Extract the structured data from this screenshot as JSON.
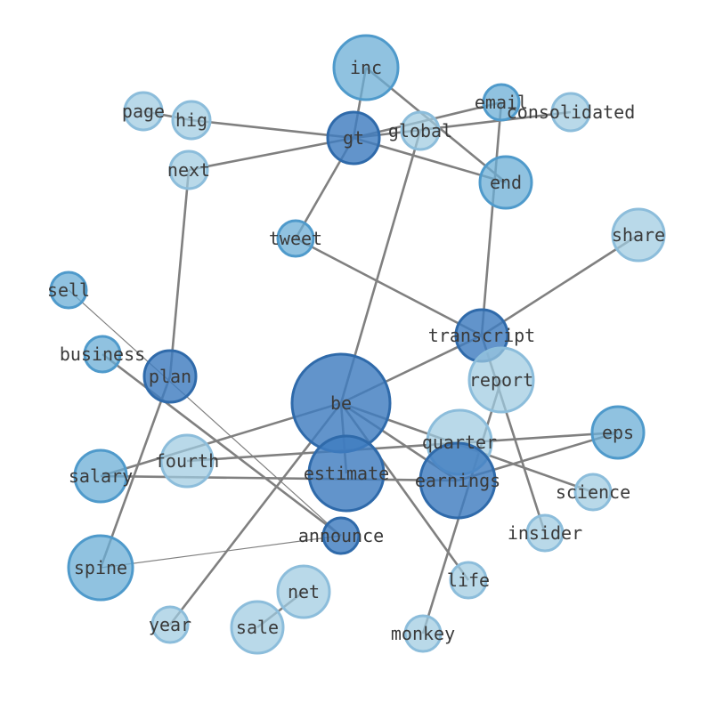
{
  "diagram": {
    "type": "network-graph",
    "nodes": [
      {
        "id": "inc",
        "label": "inc",
        "weight": 3,
        "tone": "mid"
      },
      {
        "id": "email",
        "label": "email",
        "weight": 1,
        "tone": "mid"
      },
      {
        "id": "consolidated",
        "label": "consolidated",
        "weight": 1,
        "tone": "light"
      },
      {
        "id": "page",
        "label": "page",
        "weight": 1,
        "tone": "light"
      },
      {
        "id": "hig",
        "label": "hig",
        "weight": 1,
        "tone": "light"
      },
      {
        "id": "gt",
        "label": "gt",
        "weight": 2,
        "tone": "dark"
      },
      {
        "id": "global",
        "label": "global",
        "weight": 1,
        "tone": "light"
      },
      {
        "id": "next",
        "label": "next",
        "weight": 1,
        "tone": "light"
      },
      {
        "id": "end",
        "label": "end",
        "weight": 2,
        "tone": "mid"
      },
      {
        "id": "tweet",
        "label": "tweet",
        "weight": 1,
        "tone": "mid"
      },
      {
        "id": "share",
        "label": "share",
        "weight": 2,
        "tone": "light"
      },
      {
        "id": "sell",
        "label": "sell",
        "weight": 1,
        "tone": "mid"
      },
      {
        "id": "transcript",
        "label": "transcript",
        "weight": 2,
        "tone": "dark"
      },
      {
        "id": "business",
        "label": "business",
        "weight": 1,
        "tone": "mid"
      },
      {
        "id": "plan",
        "label": "plan",
        "weight": 2,
        "tone": "dark"
      },
      {
        "id": "be",
        "label": "be",
        "weight": 6,
        "tone": "dark"
      },
      {
        "id": "report",
        "label": "report",
        "weight": 3,
        "tone": "light"
      },
      {
        "id": "eps",
        "label": "eps",
        "weight": 2,
        "tone": "mid"
      },
      {
        "id": "quarter",
        "label": "quarter",
        "weight": 3,
        "tone": "light"
      },
      {
        "id": "fourth",
        "label": "fourth",
        "weight": 2,
        "tone": "light"
      },
      {
        "id": "salary",
        "label": "salary",
        "weight": 2,
        "tone": "mid"
      },
      {
        "id": "estimate",
        "label": "estimate",
        "weight": 4,
        "tone": "dark"
      },
      {
        "id": "earnings",
        "label": "earnings",
        "weight": 4,
        "tone": "dark"
      },
      {
        "id": "science",
        "label": "science",
        "weight": 1,
        "tone": "light"
      },
      {
        "id": "insider",
        "label": "insider",
        "weight": 1,
        "tone": "light"
      },
      {
        "id": "announce",
        "label": "announce",
        "weight": 1,
        "tone": "dark"
      },
      {
        "id": "spine",
        "label": "spine",
        "weight": 3,
        "tone": "mid"
      },
      {
        "id": "life",
        "label": "life",
        "weight": 1,
        "tone": "light"
      },
      {
        "id": "net",
        "label": "net",
        "weight": 2,
        "tone": "light"
      },
      {
        "id": "year",
        "label": "year",
        "weight": 1,
        "tone": "light"
      },
      {
        "id": "sale",
        "label": "sale",
        "weight": 2,
        "tone": "light"
      },
      {
        "id": "monkey",
        "label": "monkey",
        "weight": 1,
        "tone": "light"
      }
    ],
    "edges": [
      {
        "source": "page",
        "target": "hig",
        "weight": 2
      },
      {
        "source": "hig",
        "target": "gt",
        "weight": 2
      },
      {
        "source": "next",
        "target": "gt",
        "weight": 2
      },
      {
        "source": "gt",
        "target": "inc",
        "weight": 2
      },
      {
        "source": "gt",
        "target": "email",
        "weight": 2
      },
      {
        "source": "gt",
        "target": "consolidated",
        "weight": 2
      },
      {
        "source": "gt",
        "target": "end",
        "weight": 2
      },
      {
        "source": "gt",
        "target": "tweet",
        "weight": 2
      },
      {
        "source": "inc",
        "target": "end",
        "weight": 2
      },
      {
        "source": "email",
        "target": "transcript",
        "weight": 2
      },
      {
        "source": "global",
        "target": "be",
        "weight": 2
      },
      {
        "source": "next",
        "target": "plan",
        "weight": 2
      },
      {
        "source": "tweet",
        "target": "transcript",
        "weight": 2
      },
      {
        "source": "share",
        "target": "transcript",
        "weight": 2
      },
      {
        "source": "transcript",
        "target": "be",
        "weight": 2
      },
      {
        "source": "transcript",
        "target": "insider",
        "weight": 2
      },
      {
        "source": "report",
        "target": "monkey",
        "weight": 2
      },
      {
        "source": "sell",
        "target": "announce",
        "weight": 1
      },
      {
        "source": "business",
        "target": "announce",
        "weight": 2
      },
      {
        "source": "plan",
        "target": "spine",
        "weight": 2
      },
      {
        "source": "be",
        "target": "salary",
        "weight": 2
      },
      {
        "source": "be",
        "target": "estimate",
        "weight": 2
      },
      {
        "source": "be",
        "target": "earnings",
        "weight": 2
      },
      {
        "source": "be",
        "target": "science",
        "weight": 2
      },
      {
        "source": "be",
        "target": "life",
        "weight": 2
      },
      {
        "source": "be",
        "target": "year",
        "weight": 2
      },
      {
        "source": "fourth",
        "target": "eps",
        "weight": 2
      },
      {
        "source": "salary",
        "target": "earnings",
        "weight": 2
      },
      {
        "source": "earnings",
        "target": "eps",
        "weight": 2
      },
      {
        "source": "spine",
        "target": "announce",
        "weight": 1
      },
      {
        "source": "net",
        "target": "sale",
        "weight": 2
      }
    ]
  },
  "colors": {
    "background": "#ffffff",
    "edge": "#808080",
    "label": "#3a3a3a",
    "dark": {
      "fill": "#3f7cbf",
      "stroke": "#2f6aaa",
      "opacity": 0.82
    },
    "mid": {
      "fill": "#6baed6",
      "stroke": "#4f9acb",
      "opacity": 0.75
    },
    "light": {
      "fill": "#9ecae1",
      "stroke": "#8cbddb",
      "opacity": 0.72
    }
  }
}
